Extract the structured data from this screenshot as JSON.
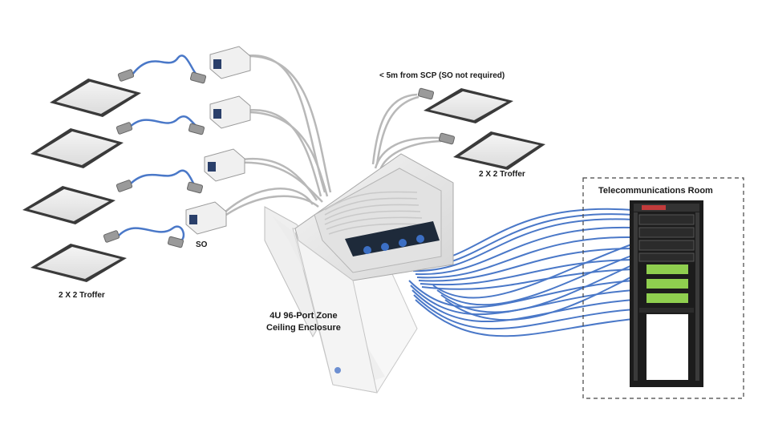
{
  "labels": {
    "scp_note": "< 5m from SCP (SO not required)",
    "troffer_right": "2 X 2 Troffer",
    "troffer_left": "2 X 2 Troffer",
    "so": "SO",
    "enclosure_line1": "4U 96-Port Zone",
    "enclosure_line2": "Ceiling Enclosure",
    "telecom_room": "Telecommunications Room"
  },
  "colors": {
    "cable_blue": "#4a78c8",
    "cable_grey": "#b8b8b8",
    "rack_black": "#1c1c1c",
    "panel_green": "#8fcf4f",
    "troffer_frame": "#3a3a3a"
  }
}
